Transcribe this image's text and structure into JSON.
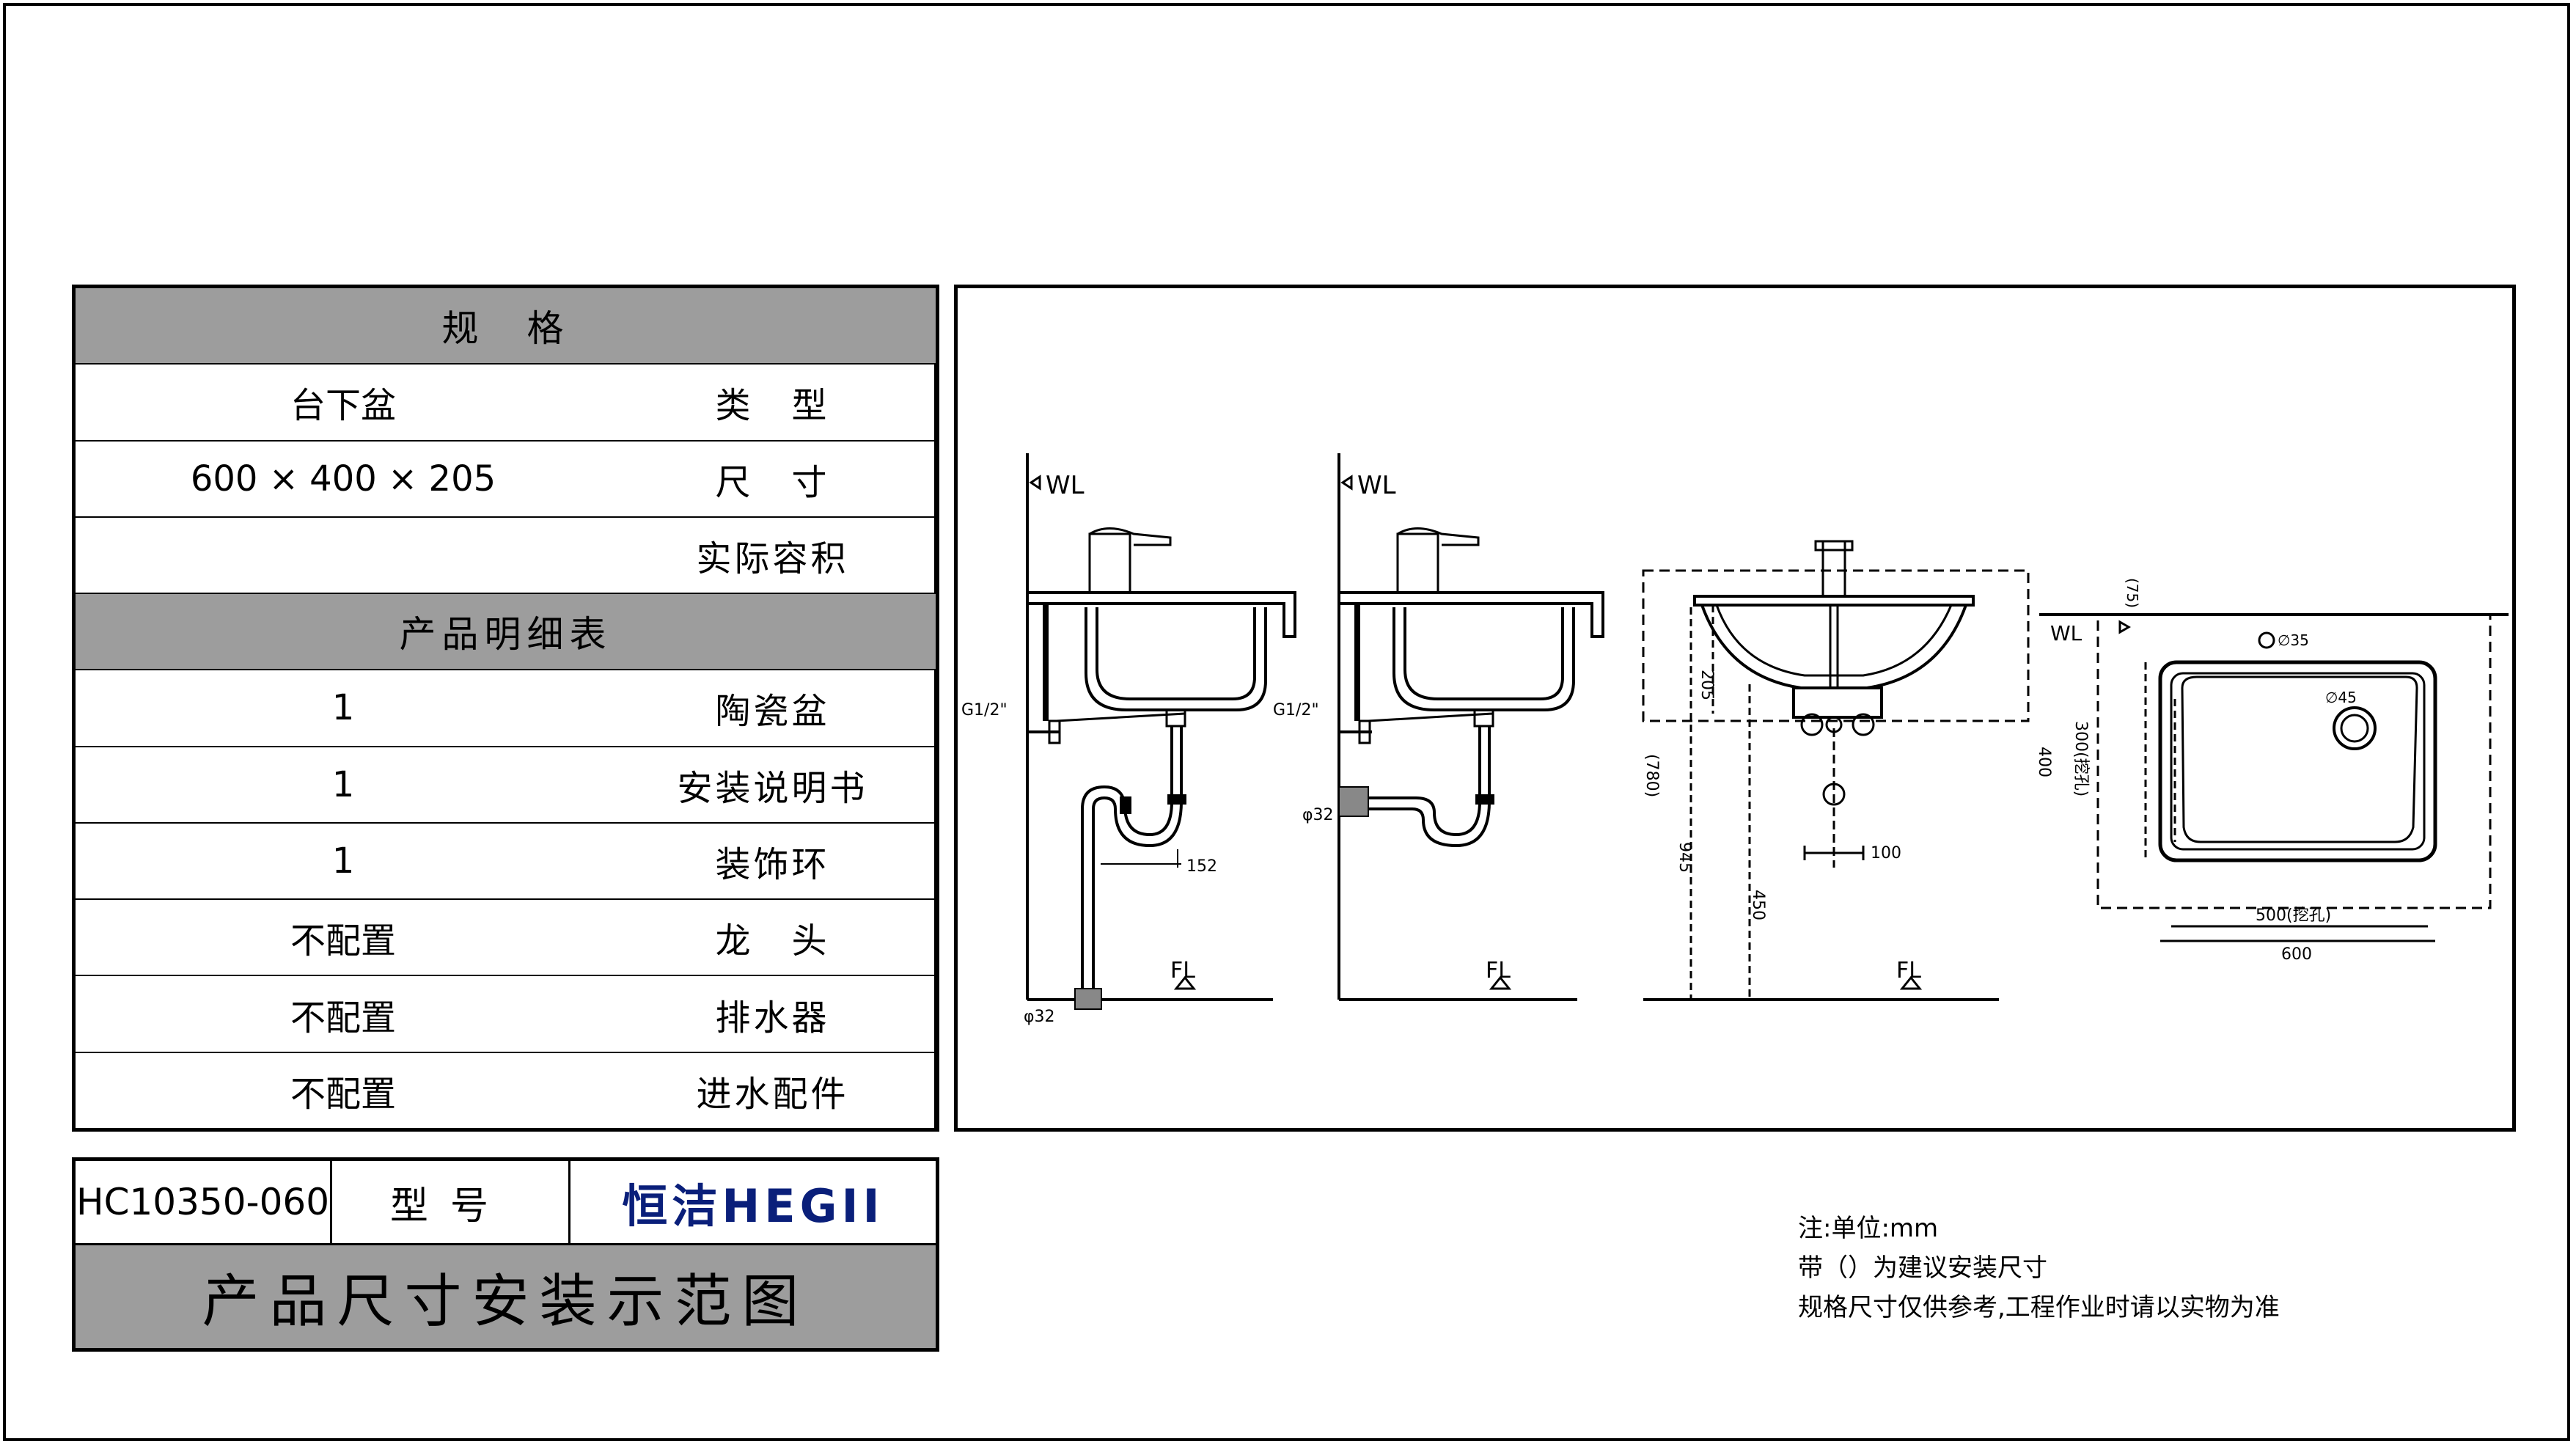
{
  "spec_table": {
    "header_specs": "规　格",
    "rows_specs": [
      {
        "key": "类　型",
        "value": "台下盆"
      },
      {
        "key": "尺　寸",
        "value": "600 × 400 × 205"
      },
      {
        "key": "实际容积",
        "value": ""
      }
    ],
    "header_parts": "产品明细表",
    "rows_parts": [
      {
        "key": "陶瓷盆",
        "value": "1"
      },
      {
        "key": "安装说明书",
        "value": "1"
      },
      {
        "key": "装饰环",
        "value": "1"
      },
      {
        "key": "龙　头",
        "value": "不配置"
      },
      {
        "key": "排水器",
        "value": "不配置"
      },
      {
        "key": "进水配件",
        "value": "不配置"
      }
    ]
  },
  "title_block": {
    "brand": "恒洁HEGII",
    "model_label": "型号",
    "model": "HC10350-060",
    "title": "产品尺寸安装示范图"
  },
  "notes": {
    "unit": "注:单位:mm",
    "line2": "带（）为建议安装尺寸",
    "line3": "规格尺寸仅供参考,工程作业时请以实物为准"
  },
  "drawings": {
    "side_view_1": {
      "wl": "WL",
      "fl": "FL",
      "inlet": "G1/2\"",
      "dim_152": "152",
      "drain": "φ32"
    },
    "side_view_2": {
      "wl": "WL",
      "fl": "FL",
      "inlet": "G1/2\"",
      "drain": "φ32"
    },
    "front_view": {
      "fl": "FL",
      "dim_205": "205",
      "dim_780": "(780)",
      "dim_945": "945",
      "dim_450": "450",
      "dim_100": "100"
    },
    "plan_view": {
      "wl": "WL",
      "dim_75": "(75)",
      "dim_35": "∅35",
      "dim_45": "∅45",
      "dim_400": "400",
      "dim_300": "300(挖孔)",
      "dim_500": "500(挖孔)",
      "dim_600": "600"
    }
  }
}
